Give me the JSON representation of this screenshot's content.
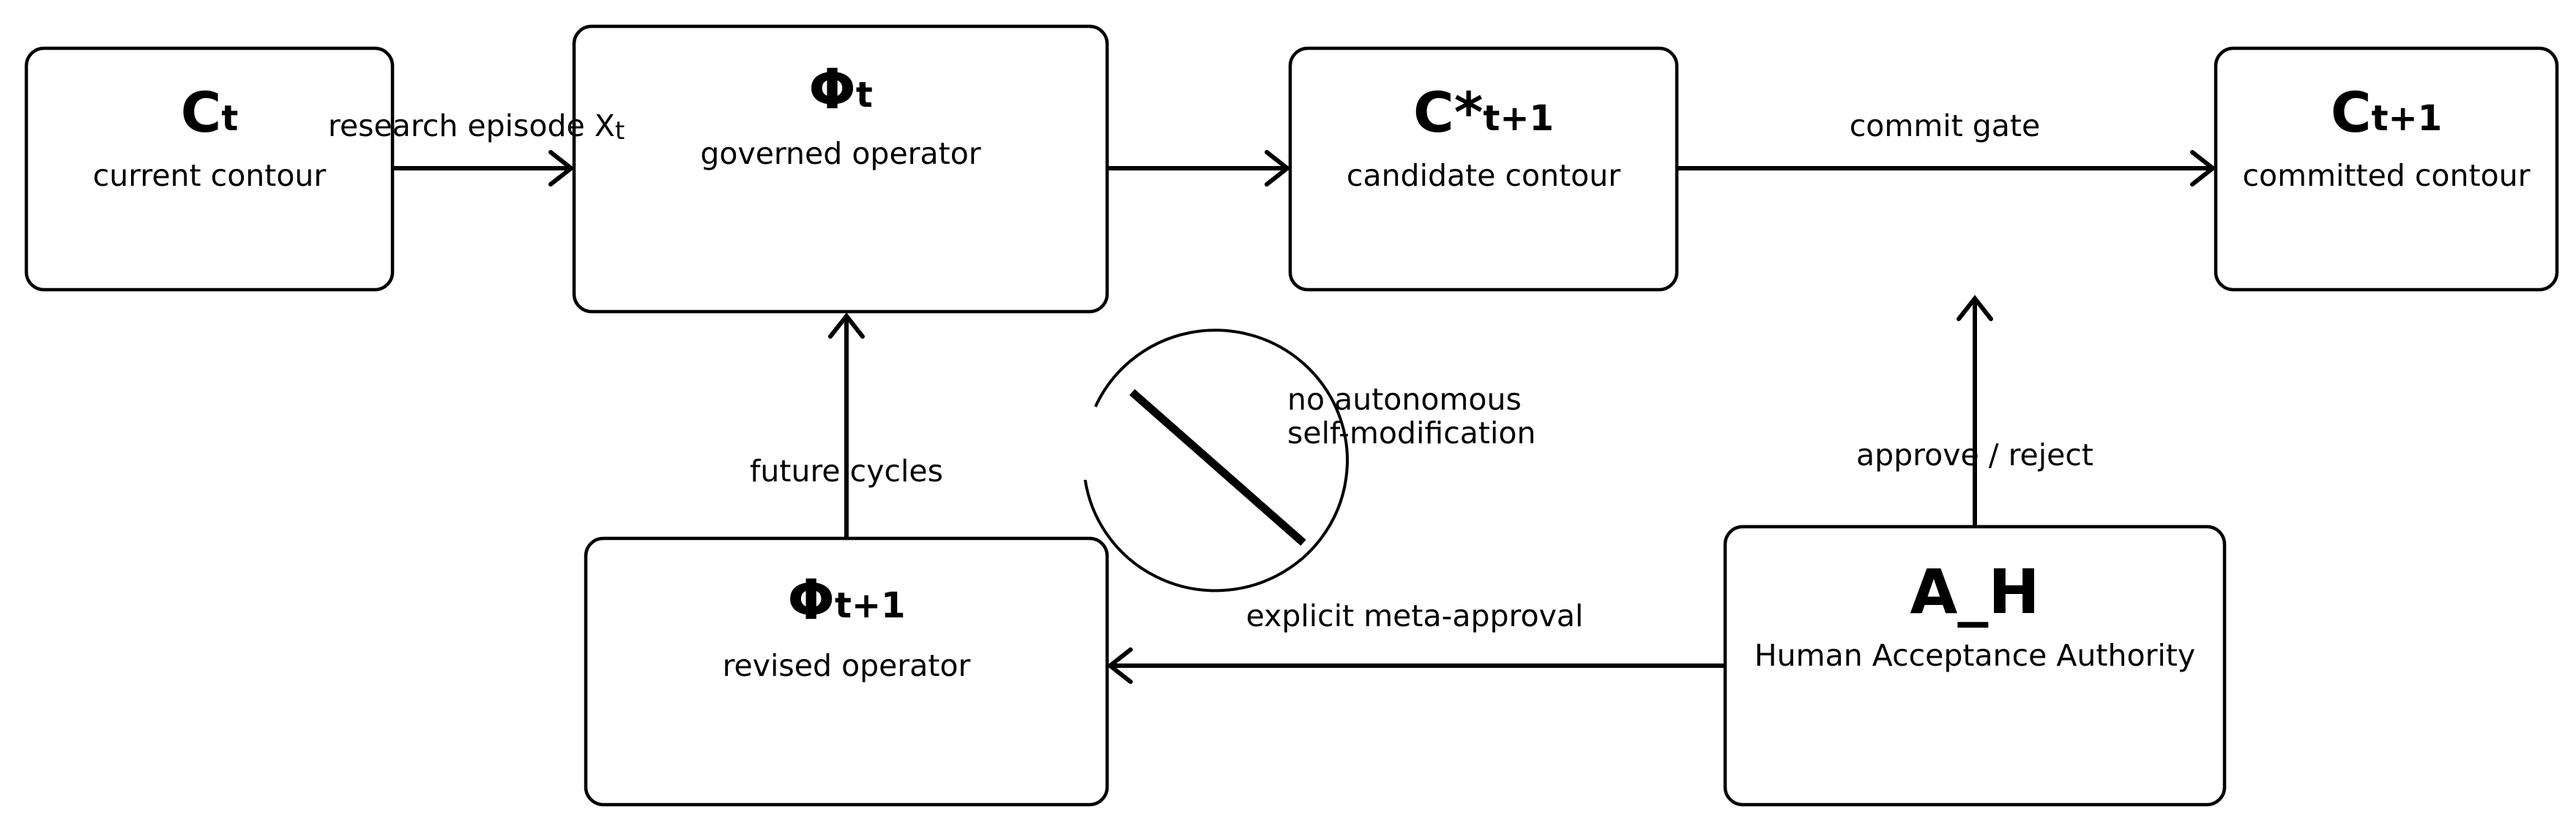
{
  "nodes": {
    "c_t": {
      "symbol": "C",
      "subscript": "t",
      "caption": "current contour"
    },
    "phi_t": {
      "symbol": "Φ",
      "subscript": "t",
      "caption": "governed operator"
    },
    "c_star": {
      "symbol": "C*",
      "subscript": "t+1",
      "caption": "candidate contour"
    },
    "c_next": {
      "symbol": "C",
      "subscript": "t+1",
      "caption": "committed contour"
    },
    "phi_next": {
      "symbol": "Φ",
      "subscript": "t+1",
      "caption": "revised operator"
    },
    "a_h": {
      "symbol": "A_H",
      "caption": "Human Acceptance Authority"
    }
  },
  "edges": {
    "research_episode": {
      "label": "research episode X",
      "subscript": "t"
    },
    "commit_gate": {
      "label": "commit gate"
    },
    "approve_reject": {
      "label": "approve / reject"
    },
    "meta_approval": {
      "label": "explicit meta-approval"
    },
    "future_cycles": {
      "label": "future cycles"
    }
  },
  "prohibition": {
    "line1": "no autonomous",
    "line2": "self-modification"
  }
}
